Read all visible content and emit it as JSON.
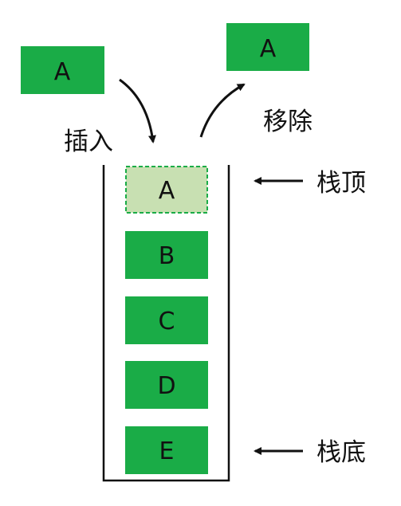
{
  "colors": {
    "item_fill": "#1aac47",
    "top_item_fill": "#c8e0b2",
    "top_item_border": "#1aac47",
    "line": "#111111"
  },
  "incoming_item": {
    "label": "A"
  },
  "removed_item": {
    "label": "A"
  },
  "labels": {
    "insert": "插入",
    "remove": "移除",
    "stack_top": "栈顶",
    "stack_bottom": "栈底"
  },
  "stack": {
    "items": [
      {
        "label": "A",
        "state": "top, dashed outline"
      },
      {
        "label": "B"
      },
      {
        "label": "C"
      },
      {
        "label": "D"
      },
      {
        "label": "E"
      }
    ]
  }
}
